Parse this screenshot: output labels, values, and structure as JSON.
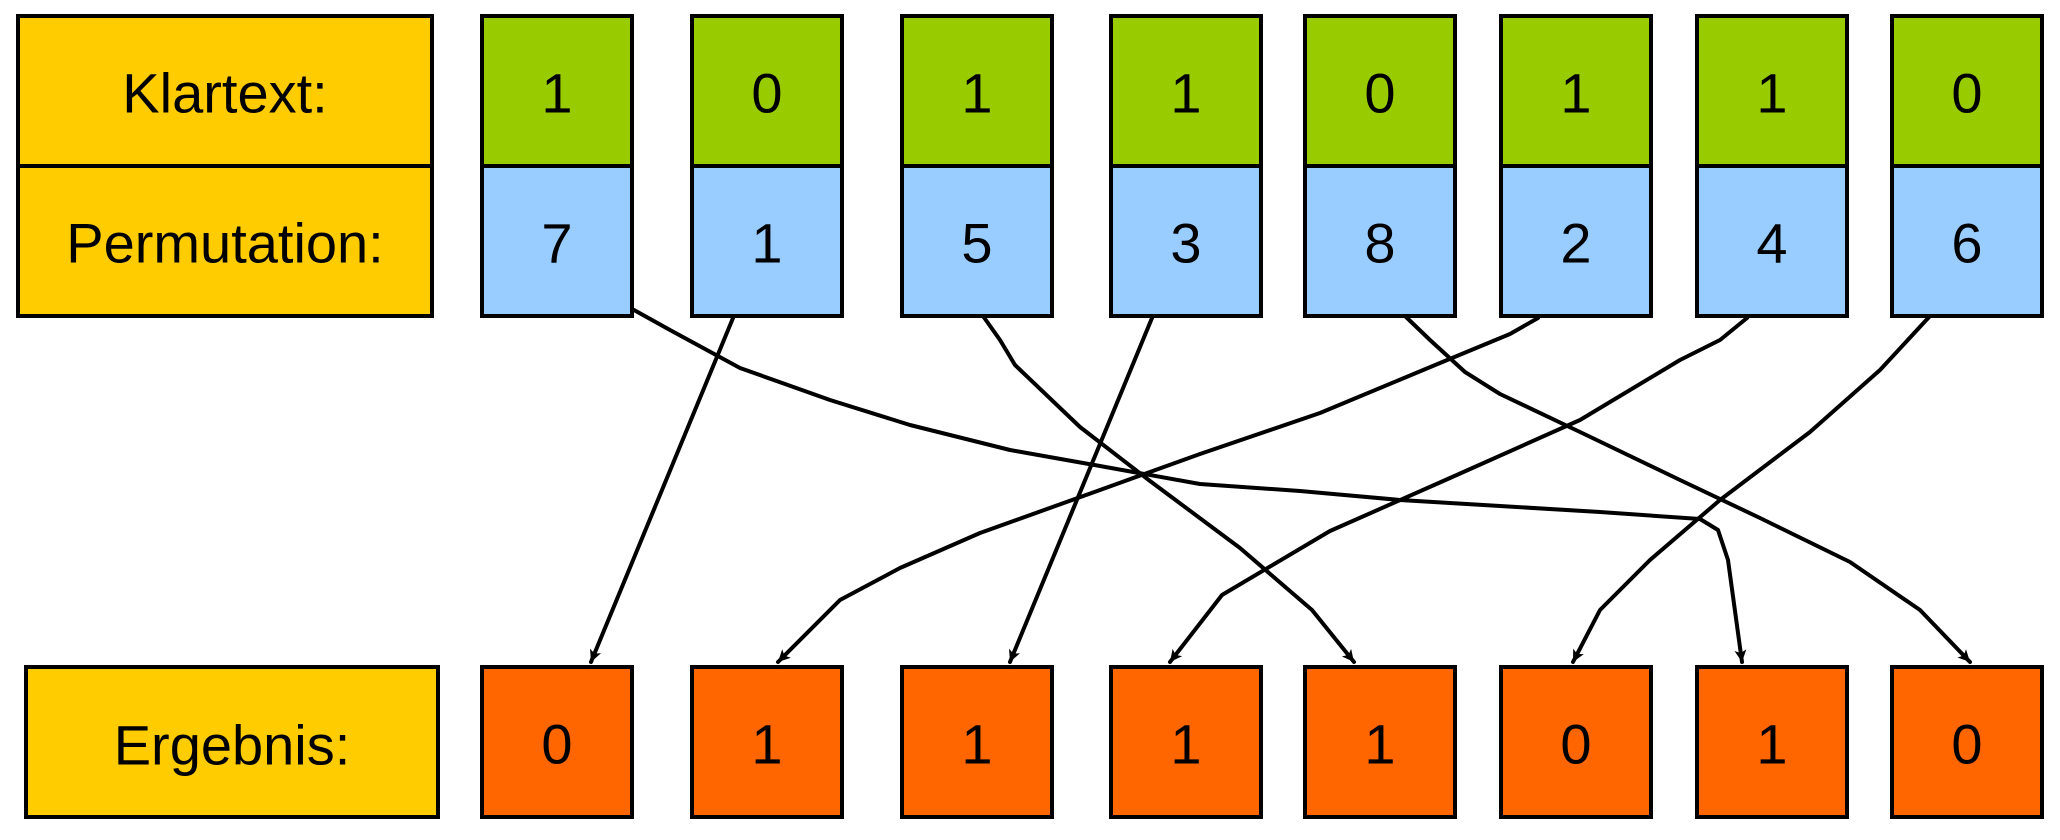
{
  "labels": {
    "plaintext": "Klartext:",
    "permutation": "Permutation:",
    "result": "Ergebnis:"
  },
  "plaintext": [
    "1",
    "0",
    "1",
    "1",
    "0",
    "1",
    "1",
    "0"
  ],
  "permutation": [
    "7",
    "1",
    "5",
    "3",
    "8",
    "2",
    "4",
    "6"
  ],
  "result": [
    "0",
    "1",
    "1",
    "1",
    "1",
    "0",
    "1",
    "0"
  ],
  "colors": {
    "label_fill": "#FFCC00",
    "plaintext_fill": "#99CC00",
    "permutation_fill": "#99CCFF",
    "result_fill": "#FF6600",
    "stroke": "#000000"
  }
}
